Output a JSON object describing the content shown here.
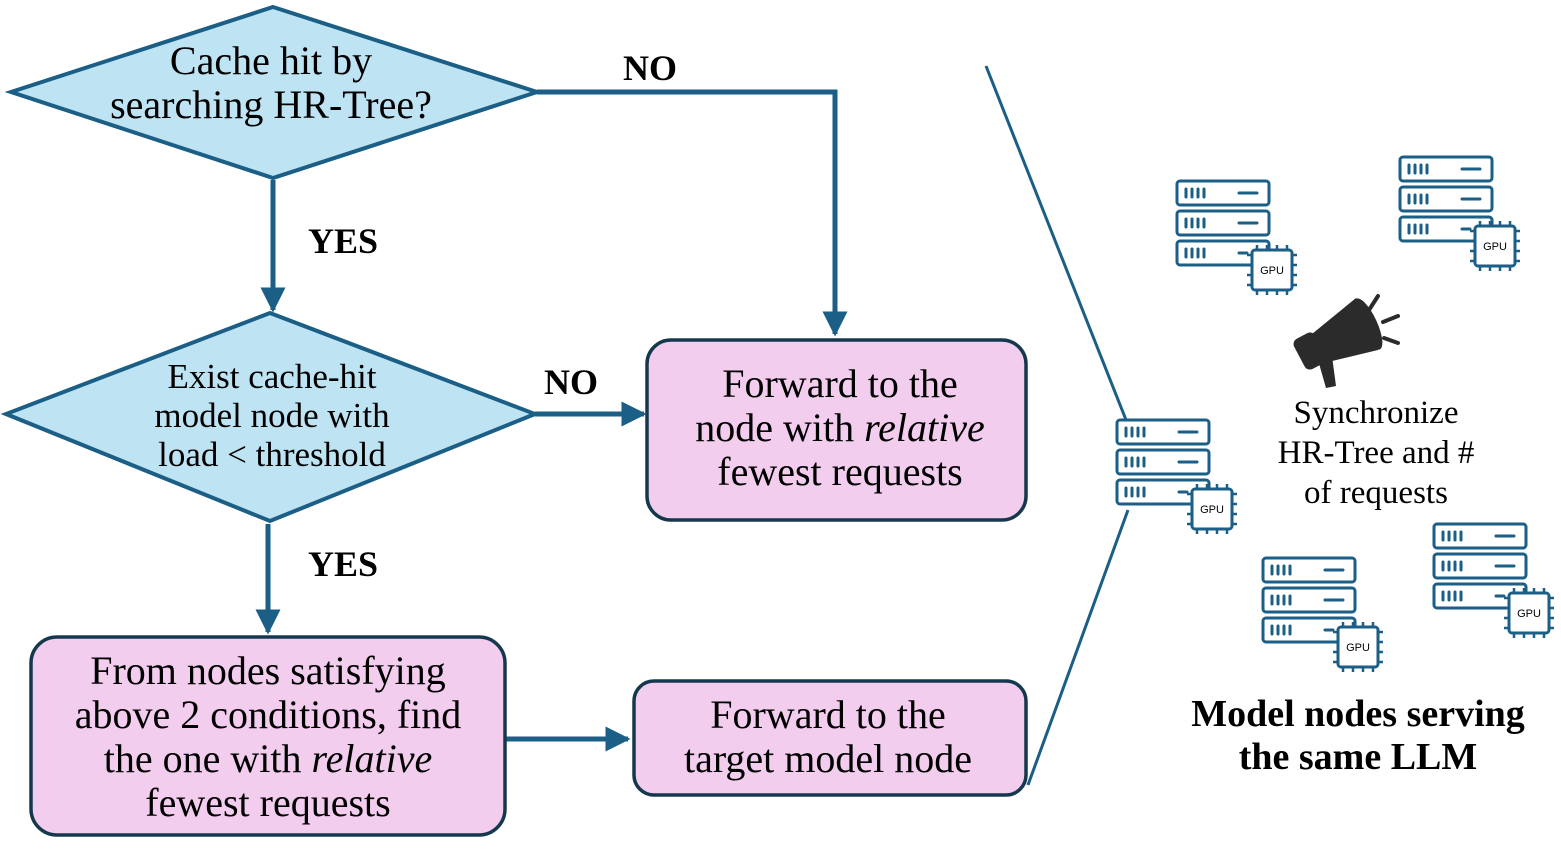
{
  "colors": {
    "accent": "#1b5e86",
    "decision_fill": "#bee3f3",
    "decision_stroke": "#1b5e86",
    "action_fill": "#f2cdee",
    "action_stroke": "#16384d",
    "megaphone": "#2b2b2b"
  },
  "decisions": {
    "cache_hit": {
      "line1": "Cache hit by",
      "line2": "searching HR-Tree?"
    },
    "load_check": {
      "line1": "Exist cache-hit",
      "line2": "model node with",
      "line3": "load < threshold"
    }
  },
  "labels": {
    "no_1": "NO",
    "yes_1": "YES",
    "no_2": "NO",
    "yes_2": "YES"
  },
  "actions": {
    "forward_relative": {
      "line1": "Forward to the",
      "line2_prefix": "node with ",
      "line2_emph": "relative",
      "line3": "fewest requests"
    },
    "select_node": {
      "line1": "From nodes satisfying",
      "line2": "above 2 conditions, find",
      "line3_prefix": "the one with ",
      "line3_emph": "relative",
      "line4": "fewest requests"
    },
    "forward_target": {
      "line1": "Forward to the",
      "line2": "target model node"
    }
  },
  "cluster": {
    "sync_line1": "Synchronize",
    "sync_line2": "HR-Tree and #",
    "sync_line3": "of requests",
    "caption_line1": "Model nodes serving",
    "caption_line2": "the same LLM",
    "gpu_label": "GPU",
    "icons": [
      "server-gpu-icon",
      "megaphone-icon"
    ]
  }
}
